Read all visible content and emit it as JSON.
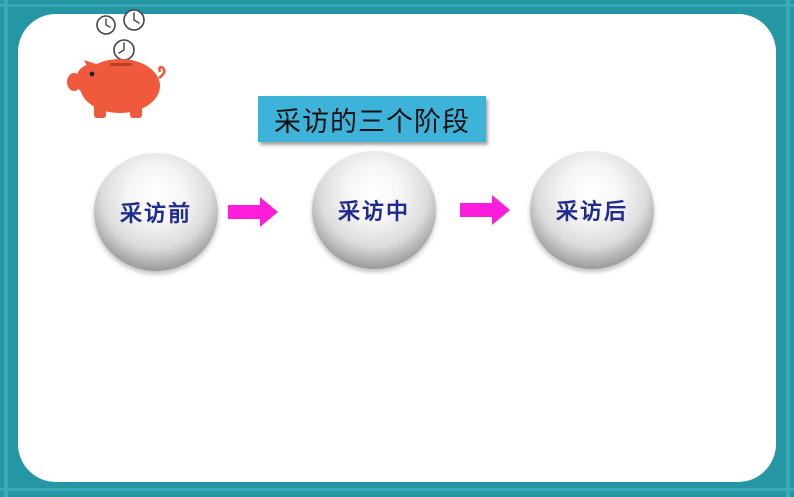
{
  "title": "采访的三个阶段",
  "stages": [
    {
      "label": "采访前"
    },
    {
      "label": "采访中"
    },
    {
      "label": "采访后"
    }
  ],
  "colors": {
    "frame": "#2596a3",
    "title_box": "#3eb3da",
    "label_text": "#1f2b8f",
    "arrow": "#ff1ddc",
    "pig": "#ef5a3c"
  },
  "icons": {
    "decoration": "piggy-bank-with-clocks-icon",
    "connector": "right-arrow-icon"
  }
}
